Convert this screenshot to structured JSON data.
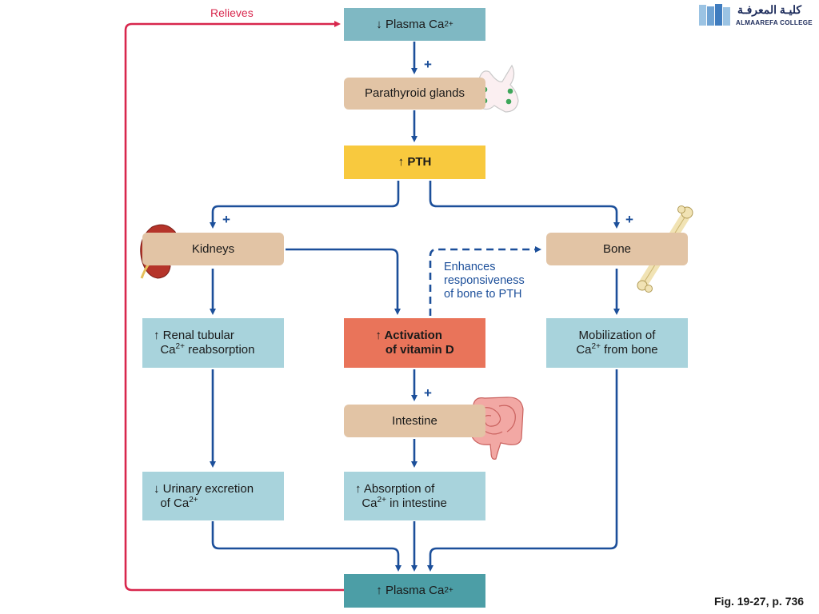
{
  "boxes": {
    "plasma_top": {
      "arrow": "↓",
      "text": "Plasma Ca",
      "sup": "2+"
    },
    "parathyroid": {
      "text": "Parathyroid glands"
    },
    "pth": {
      "arrow": "↑",
      "text": "PTH"
    },
    "kidneys": {
      "text": "Kidneys"
    },
    "bone": {
      "text": "Bone"
    },
    "renal": {
      "arrow": "↑",
      "line1": "Renal tubular",
      "ca": "Ca",
      "sup": "2+",
      "line2": "reabsorption"
    },
    "activation": {
      "arrow": "↑",
      "line1": "Activation",
      "line2": "of vitamin D"
    },
    "mobilization": {
      "line1": "Mobilization of",
      "ca": "Ca",
      "sup": "2+",
      "line2": "from bone"
    },
    "intestine": {
      "text": "Intestine"
    },
    "urinary": {
      "arrow": "↓",
      "line1": "Urinary excretion",
      "pre": "of Ca",
      "sup": "2+"
    },
    "absorption": {
      "arrow": "↑",
      "line1": "Absorption of",
      "ca": "Ca",
      "sup": "2+",
      "line2": "in intestine"
    },
    "plasma_bottom": {
      "arrow": "↑",
      "text": "Plasma Ca",
      "sup": "2+"
    }
  },
  "labels": {
    "relieves": "Relieves",
    "enhances_1": "Enhances",
    "enhances_2": "responsiveness",
    "enhances_3": "of bone to PTH",
    "plus": "+"
  },
  "logo": {
    "arabic": "كليـة المعرفـة",
    "english": "ALMAAREFA COLLEGE"
  },
  "caption": "Fig. 19-27, p. 736",
  "colors": {
    "arrow_blue": "#1c4f9a",
    "relieves_red": "#d8274d",
    "pth_yellow": "#f8c93e",
    "vitd_orange": "#e9745a"
  }
}
